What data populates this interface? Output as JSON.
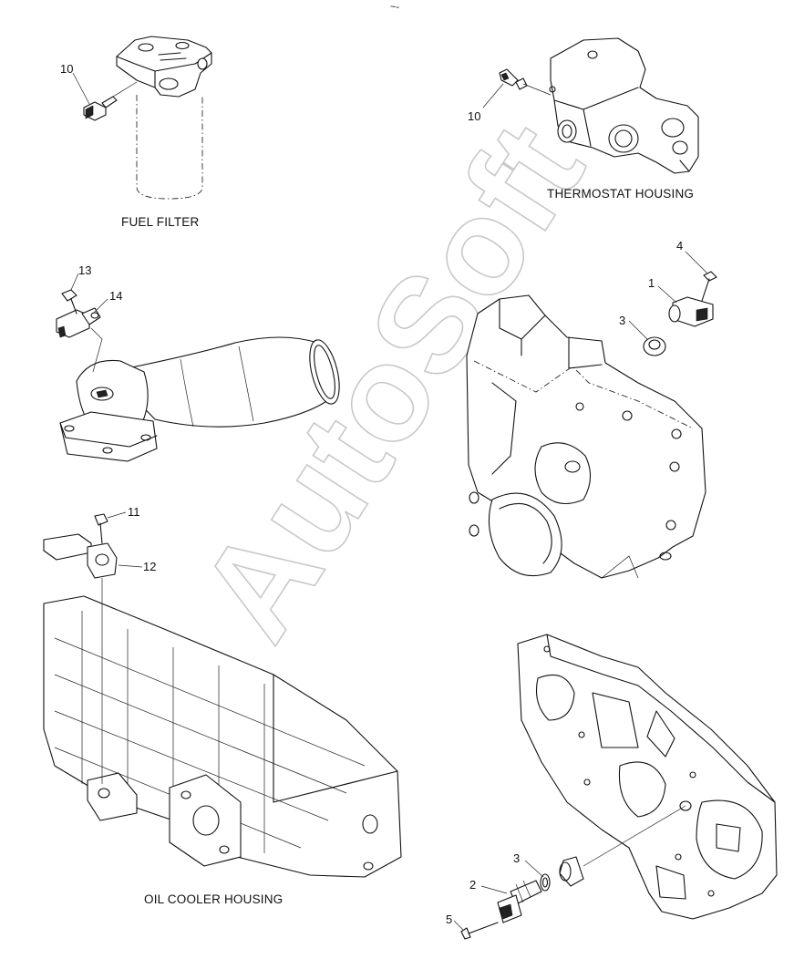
{
  "captions": {
    "fuel_filter": "FUEL FILTER",
    "thermostat_housing": "THERMOSTAT HOUSING",
    "oil_cooler_housing": "OIL COOLER HOUSING"
  },
  "callouts": {
    "fuel_sensor": "10",
    "thermostat_sensor": "10",
    "bolt_13": "13",
    "sensor_14": "14",
    "bolt_4": "4",
    "sensor_1": "1",
    "oring_3_upper": "3",
    "bolt_11": "11",
    "sensor_12": "12",
    "oring_3_lower": "3",
    "sensor_2": "2",
    "bolt_5": "5"
  },
  "watermark": "AutoSoft",
  "top_mark": "~-"
}
